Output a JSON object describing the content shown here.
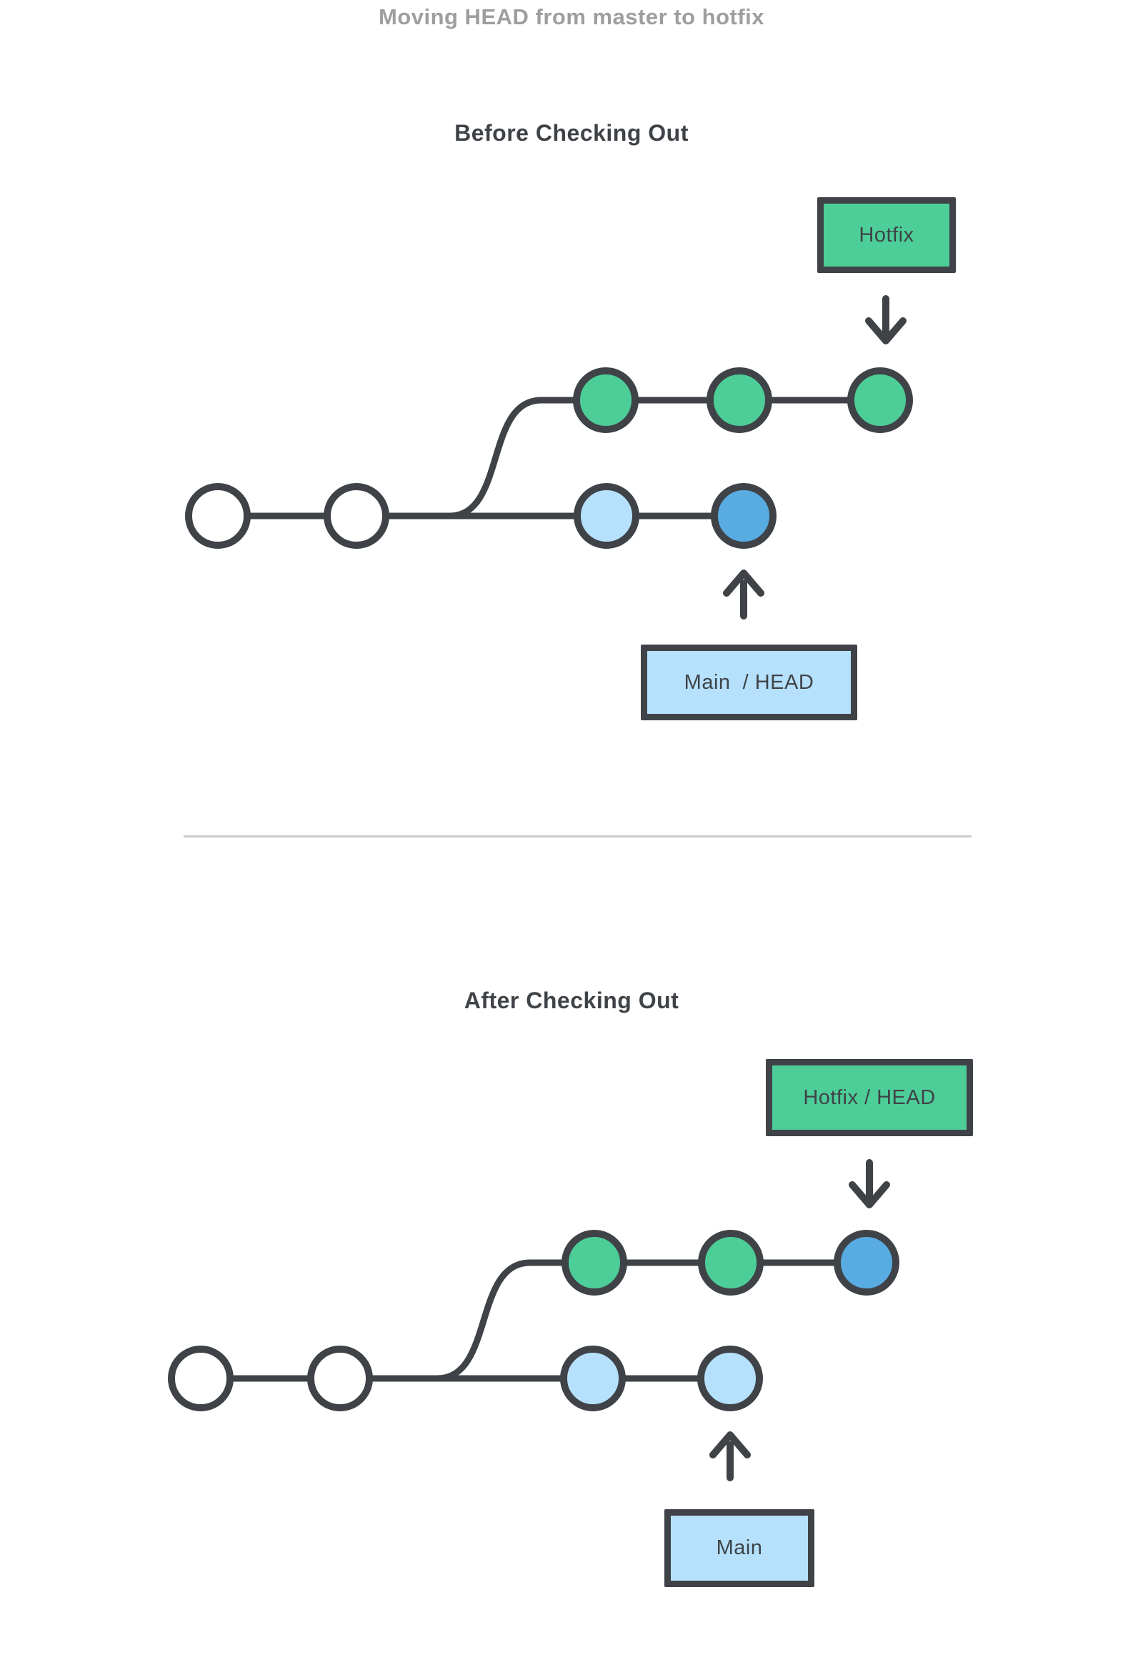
{
  "title": "Moving HEAD from master to hotfix",
  "colors": {
    "charcoal": "#3F4347",
    "green": "#4DCE99",
    "light-blue": "#B5E1FC",
    "dark-blue": "#58ACE2",
    "white": "#FFFFFF",
    "title-gray": "#9C9EA0",
    "divider": "#CBCBCB"
  },
  "before": {
    "heading": "Before Checking Out",
    "hotfix_box_label": "Hotfix",
    "main_box_label": "Main  / HEAD",
    "hotfix_branch_commits": [
      "green",
      "green",
      "green"
    ],
    "main_branch_commits": [
      "white",
      "white",
      "light-blue",
      "dark-blue"
    ],
    "head_points_to": "last commit of main branch"
  },
  "after": {
    "heading": "After Checking Out",
    "hotfix_box_label": "Hotfix / HEAD",
    "main_box_label": "Main",
    "hotfix_branch_commits": [
      "green",
      "green",
      "dark-blue"
    ],
    "main_branch_commits": [
      "white",
      "white",
      "light-blue",
      "light-blue"
    ],
    "head_points_to": "last commit of hotfix branch"
  }
}
